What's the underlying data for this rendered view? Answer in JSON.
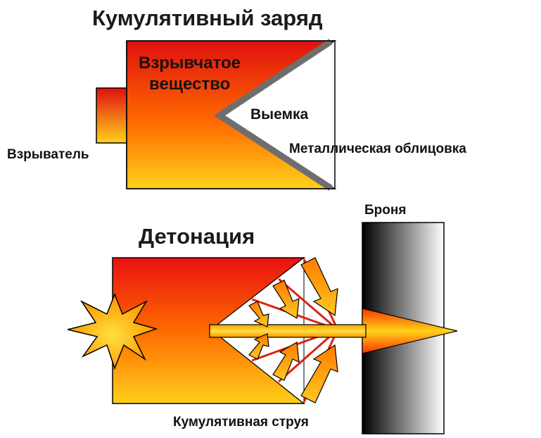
{
  "top": {
    "title": "Кумулятивный заряд",
    "explosive": [
      "Взрывчатое",
      "вещество"
    ],
    "cavity": "Выемка",
    "liner": "Металлическая облицовка",
    "detonator": "Взрыватель"
  },
  "bottom": {
    "title": "Детонация",
    "armor": "Броня",
    "jet": "Кумулятивная струя"
  },
  "colors": {
    "fill_dark": "#e01010",
    "fill_mid": "#ff6a00",
    "fill_light": "#ffd21a",
    "liner": "#6e6e6e",
    "outline": "#000000"
  }
}
